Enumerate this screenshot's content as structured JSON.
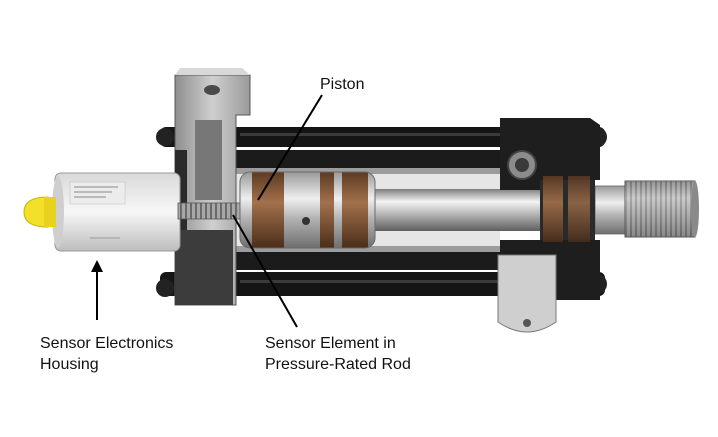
{
  "labels": {
    "piston": "Piston",
    "electronics_line1": "Sensor Electronics",
    "electronics_line2": "Housing",
    "element_line1": "Sensor Element in",
    "element_line2": "Pressure-Rated Rod"
  },
  "colors": {
    "background": "#ffffff",
    "callout": "#000000",
    "connector": "#f2e02a",
    "piston_band": "#8a5a3a"
  }
}
